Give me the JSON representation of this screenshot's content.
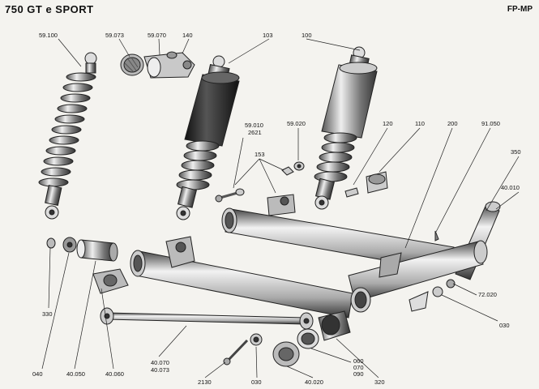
{
  "header": {
    "title": "750 GT e SPORT",
    "code": "FP-MP"
  },
  "callouts": {
    "c59100": "59.100",
    "c59073": "59.073",
    "c59070": "59.070",
    "c140": "140",
    "c103": "103",
    "c100": "100",
    "c59010": "59.010",
    "c2621": "2621",
    "c59020": "59.020",
    "c120": "120",
    "c110": "110",
    "c200": "200",
    "c91050": "91.050",
    "c350": "350",
    "c40010": "40.010",
    "c153": "153",
    "c72020": "72.020",
    "c030a": "030",
    "c330": "330",
    "c040": "040",
    "c40050": "40.050",
    "c40060": "40.060",
    "c40070": "40.070",
    "c40073": "40.073",
    "c2130": "2130",
    "c030b": "030",
    "c40020": "40.020",
    "c060": "060",
    "c070": "070",
    "c090": "090",
    "c320": "320"
  }
}
